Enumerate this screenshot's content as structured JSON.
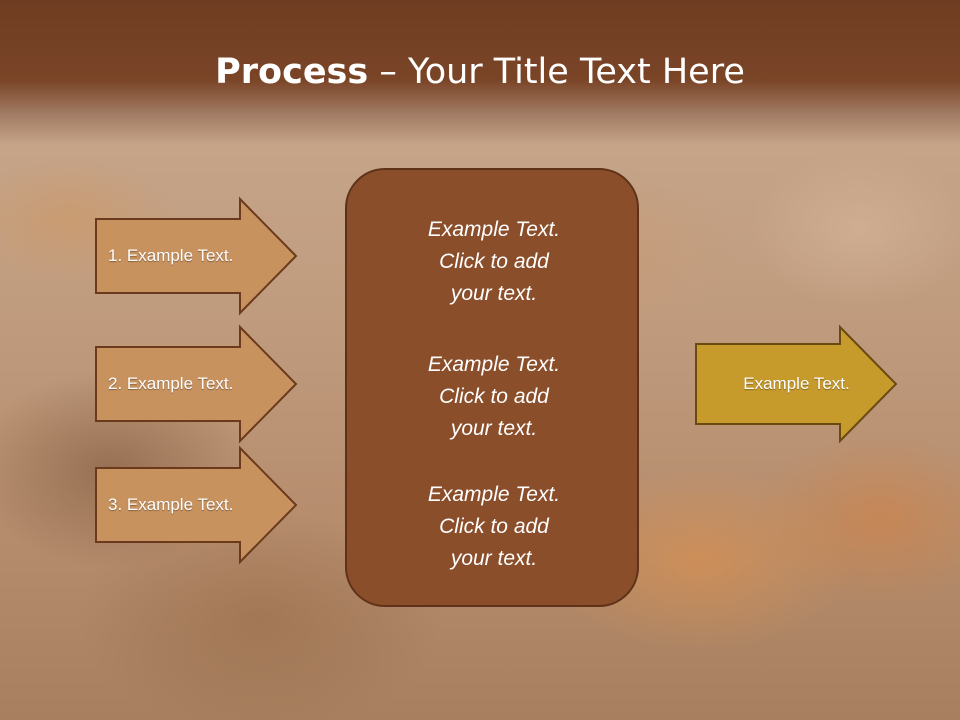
{
  "title": {
    "bold": "Process",
    "rest": " – Your Title Text Here"
  },
  "left_arrows": [
    {
      "label": "1. Example Text."
    },
    {
      "label": "2. Example Text."
    },
    {
      "label": "3. Example Text."
    }
  ],
  "center_blocks": [
    {
      "lines": [
        "Example Text.",
        "Click  to add",
        "your text."
      ]
    },
    {
      "lines": [
        "Example Text.",
        "Click  to add",
        "your text."
      ]
    },
    {
      "lines": [
        "Example Text.",
        "Click  to add",
        "your text."
      ]
    }
  ],
  "right_arrow": {
    "label": "Example Text."
  },
  "colors": {
    "left_arrow_fill": "#c8925e",
    "left_arrow_border": "#6b3a1c",
    "center_fill": "#8b4e2b",
    "right_arrow_fill": "#c79a2c",
    "right_arrow_border": "#6b4a12",
    "title_band": "#75401f"
  }
}
